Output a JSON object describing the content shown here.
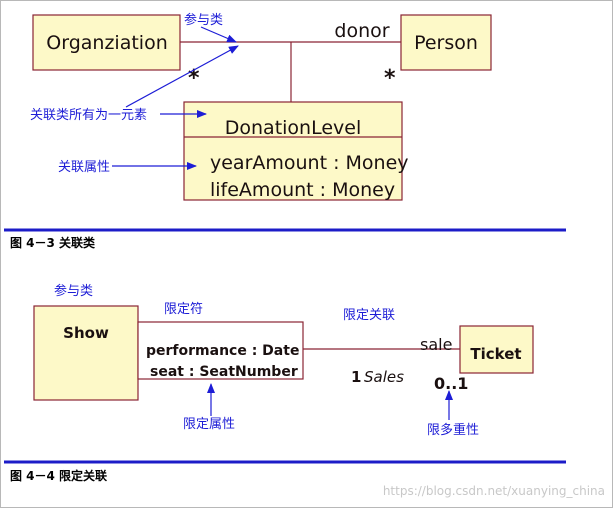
{
  "fig1": {
    "organization": "Organziation",
    "person": "Person",
    "donor": "donor",
    "mult_left": "*",
    "mult_right": "*",
    "assoc_class_name": "DonationLevel",
    "attr1": "yearAmount : Money",
    "attr2": "lifeAmount : Money",
    "note_participant": "参与类",
    "note_element": "关联类所有为一元素",
    "note_attr": "关联属性",
    "caption": "图 4－3 关联类"
  },
  "fig2": {
    "show": "Show",
    "qualifier_attr1": "performance : Date",
    "qualifier_attr2": "seat : SeatNumber",
    "ticket": "Ticket",
    "role_sale": "sale",
    "mult_left": "1",
    "role_sales": "Sales",
    "mult_right": "0..1",
    "note_participant": "参与类",
    "note_qualifier": "限定符",
    "note_qualified_assoc": "限定关联",
    "note_qualifier_attr": "限定属性",
    "note_multiplicity": "限多重性",
    "caption": "图 4－4 限定关联"
  },
  "watermark": "https://blog.csdn.net/xuanying_china",
  "colors": {
    "box_fill": "#fdf9c8",
    "box_stroke": "#8a2434",
    "annotation": "#1d1dd6",
    "rule": "#1c1cc8"
  }
}
